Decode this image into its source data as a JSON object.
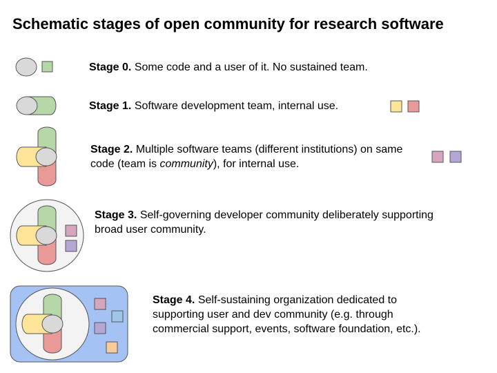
{
  "title": "Schematic stages of open community for research software",
  "stages": [
    {
      "label": "Stage 0.",
      "text": "Some code and a user of it. No sustained team."
    },
    {
      "label": "Stage 1.",
      "text": "Software development team, internal use."
    },
    {
      "label": "Stage 2.",
      "text_before": "Multiple software teams (different institutions) on same code (team is ",
      "text_em": "community",
      "text_after": "), for internal use."
    },
    {
      "label": "Stage 3.",
      "text": "Self-governing developer community deliberately supporting broad user community."
    },
    {
      "label": "Stage 4.",
      "text": "Self-sustaining organization dedicated to supporting user and dev community (e.g. through commercial support, events, software foundation, etc.)."
    }
  ],
  "colors": {
    "code": "#d9d9d9",
    "green": "#b6d7a8",
    "yellow": "#ffe599",
    "red": "#ea9999",
    "pink": "#d5a6bd",
    "purple": "#b4a7d6",
    "blue": "#9fc5e8",
    "orange": "#f9cb9c",
    "community": "#f3f3f3",
    "org": "#a4c2f4"
  }
}
